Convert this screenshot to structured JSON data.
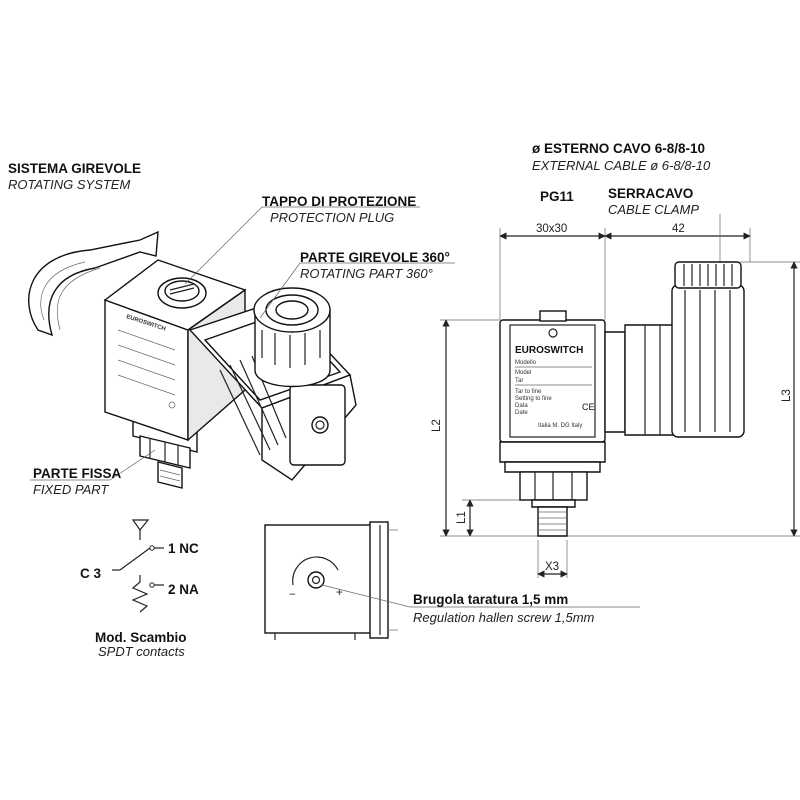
{
  "labels": {
    "rotating_it": "SISTEMA GIREVOLE",
    "rotating_en": "ROTATING SYSTEM",
    "plug_it": "TAPPO DI PROTEZIONE",
    "plug_en": "PROTECTION PLUG",
    "part360_it": "PARTE GIREVOLE 360°",
    "part360_en": "ROTATING PART 360°",
    "fixed_it": "PARTE FISSA",
    "fixed_en": "FIXED PART",
    "cable_it": "ø ESTERNO CAVO  6-8/8-10",
    "cable_en": "EXTERNAL CABLE ø 6-8/8-10",
    "pg11": "PG11",
    "clamp_it": "SERRACAVO",
    "clamp_en": "CABLE CLAMP",
    "screw_it": "Brugola taratura 1,5 mm",
    "screw_en": "Regulation hallen screw 1,5mm",
    "mod_it": "Mod. Scambio",
    "mod_en": "SPDT contacts",
    "c3": "C 3",
    "nc": "1 NC",
    "na": "2 NA"
  },
  "dimensions": {
    "width": "30x30",
    "clamp": "42",
    "l1": "L1",
    "l2": "L2",
    "l3": "L3",
    "x3": "X3"
  },
  "branding": {
    "brand": "EUROSWITCH",
    "modello": "Modello",
    "model": "Model",
    "tar": "Tar",
    "tar_fin": "Tar to fine",
    "set": "Setting to fine",
    "data": "Data",
    "date": "Date",
    "made": "Italia M. DG Italy",
    "ce": "CE"
  }
}
